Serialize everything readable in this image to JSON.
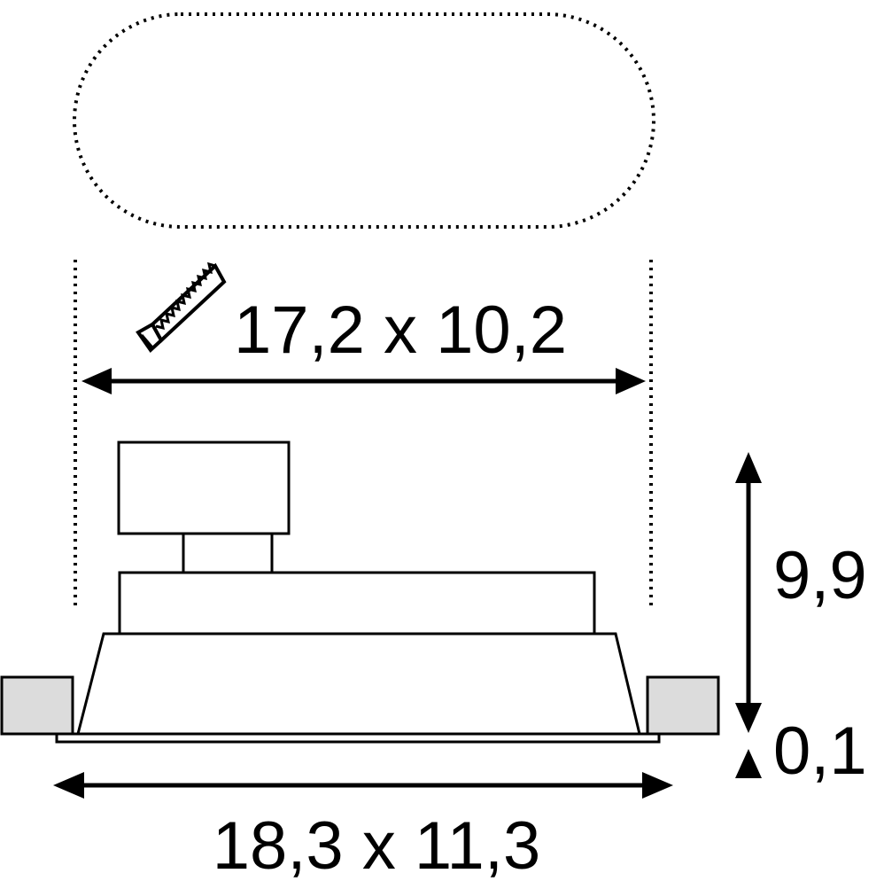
{
  "dimensions": {
    "cutout": "17,2 x 10,2",
    "overall": "18,3 x 11,3",
    "height": "9,9",
    "flange": "0,1"
  },
  "icons": {
    "cutout_tool": "saw-icon"
  },
  "colors": {
    "line": "#000000",
    "ceiling_fill": "#dcdcdc",
    "background": "#ffffff"
  }
}
